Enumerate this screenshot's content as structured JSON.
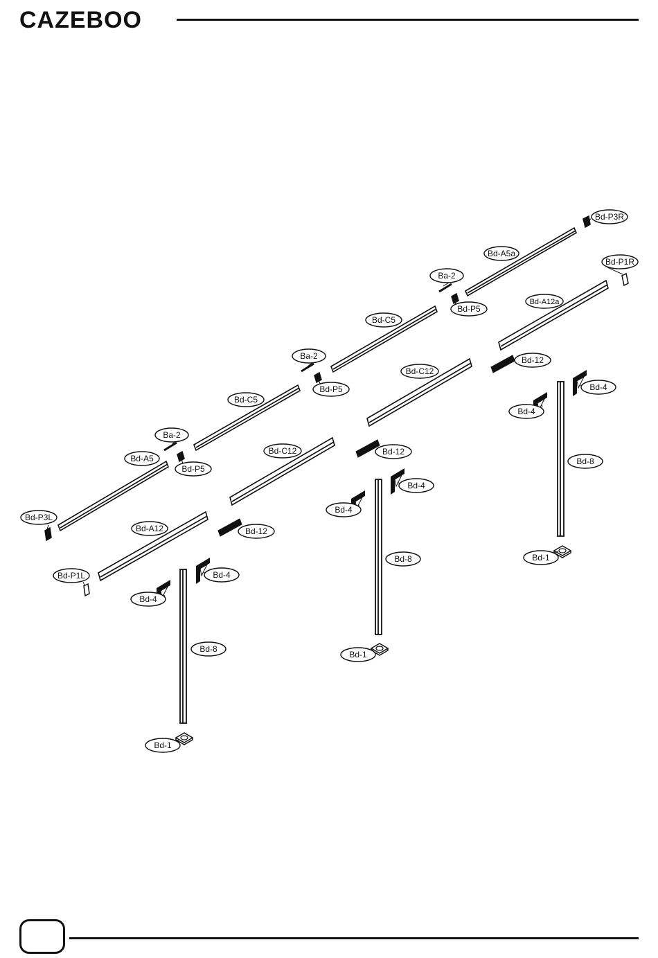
{
  "header": {
    "brand": "CAZEBOO"
  },
  "colors": {
    "ink": "#111111",
    "paper": "#ffffff"
  },
  "labels": {
    "bd_p3r": "Bd-P3R",
    "bd_a5a": "Bd-A5a",
    "bd_p1r": "Bd-P1R",
    "ba_2_right": "Ba-2",
    "bd_p5_right": "Bd-P5",
    "bd_a12a": "Bd-A12a",
    "bd_c5_right": "Bd-C5",
    "bd_12_right": "Bd-12",
    "ba_2_middle": "Ba-2",
    "bd_c12_right": "Bd-C12",
    "bd_p5_middle": "Bd-P5",
    "bd_4_right_upper": "Bd-4",
    "bd_4_right_lower": "Bd-4",
    "bd_c5_left": "Bd-C5",
    "ba_2_left": "Ba-2",
    "bd_c12_left": "Bd-C12",
    "bd_12_middle": "Bd-12",
    "bd_8_right": "Bd-8",
    "bd_a5": "Bd-A5",
    "bd_p5_left": "Bd-P5",
    "bd_4_middle_upper": "Bd-4",
    "bd_p3l": "Bd-P3L",
    "bd_4_middle_lower": "Bd-4",
    "bd_a12": "Bd-A12",
    "bd_12_left": "Bd-12",
    "bd_1_right": "Bd-1",
    "bd_8_middle": "Bd-8",
    "bd_p1l": "Bd-P1L",
    "bd_4_left_upper": "Bd-4",
    "bd_4_left_lower": "Bd-4",
    "bd_8_left": "Bd-8",
    "bd_1_middle": "Bd-1",
    "bd_1_left": "Bd-1"
  }
}
